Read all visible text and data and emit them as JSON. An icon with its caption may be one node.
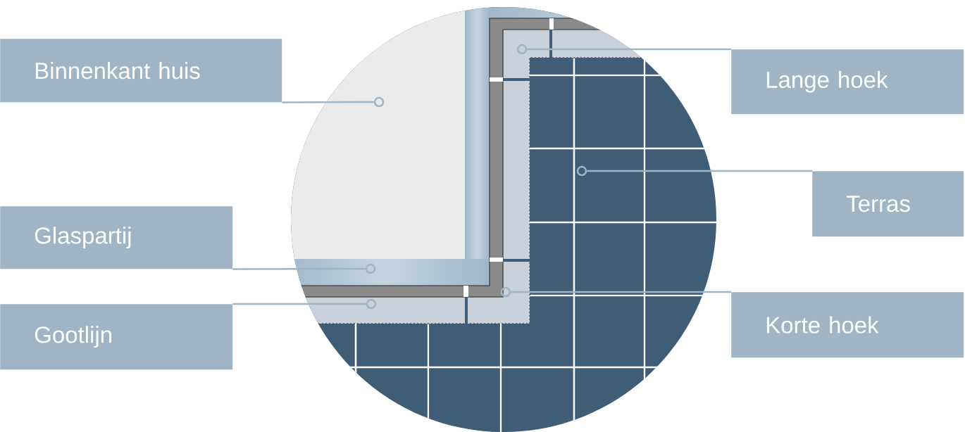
{
  "diagram": {
    "nodes": [
      {
        "text": [
          "Binnenkant huis"
        ]
      },
      {
        "text": [
          "Lange hoek"
        ]
      },
      {
        "text": [
          "Terras"
        ]
      },
      {
        "text": [
          "Glaspartij"
        ]
      },
      {
        "text": [
          "Korte hoek"
        ]
      },
      {
        "text": [
          "Gootlijn"
        ]
      },
      {
        "text": [],
        "shape": "circle"
      },
      {
        "text": [],
        "shape": "circle"
      },
      {
        "text": [],
        "shape": "circle"
      },
      {
        "text": [],
        "shape": "circle"
      },
      {
        "text": [],
        "shape": "circle"
      },
      {
        "text": [],
        "shape": "circle"
      }
    ],
    "edges": [
      {
        "from": 0,
        "to": 7,
        "arrow": "none"
      },
      {
        "from": 1,
        "to": 6,
        "arrow": "none"
      },
      {
        "from": 2,
        "to": 8,
        "arrow": "none"
      },
      {
        "from": 3,
        "to": 9,
        "arrow": "none"
      },
      {
        "from": 4,
        "to": 10,
        "arrow": "none"
      },
      {
        "from": 5,
        "to": 11,
        "arrow": "none"
      }
    ]
  }
}
